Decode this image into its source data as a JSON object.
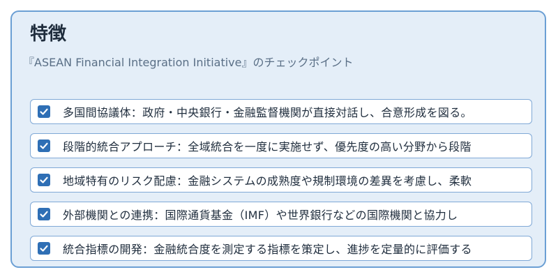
{
  "panel": {
    "title": "特徴",
    "subtitle": "『ASEAN Financial Integration Initiative』のチェックポイント"
  },
  "checklist": {
    "items": [
      {
        "label": "多国間協議体：政府・中央銀行・金融監督機関が直接対話し、合意形成を図る。",
        "checked": true
      },
      {
        "label": "段階的統合アプローチ：全域統合を一度に実施せず、優先度の高い分野から段階",
        "checked": true
      },
      {
        "label": "地域特有のリスク配慮：金融システムの成熟度や規制環境の差異を考慮し、柔軟",
        "checked": true
      },
      {
        "label": "外部機関との連携：国際通貨基金（IMF）や世界銀行などの国際機関と協力し",
        "checked": true
      },
      {
        "label": "統合指標の開発：金融統合度を測定する指標を策定し、進捗を定量的に評価する",
        "checked": true
      }
    ]
  },
  "colors": {
    "panel_background": "#e4eef8",
    "panel_border": "#6b9fd4",
    "checkbox_fill": "#2f6fb5"
  },
  "icons": {
    "checkbox": "check-icon"
  }
}
